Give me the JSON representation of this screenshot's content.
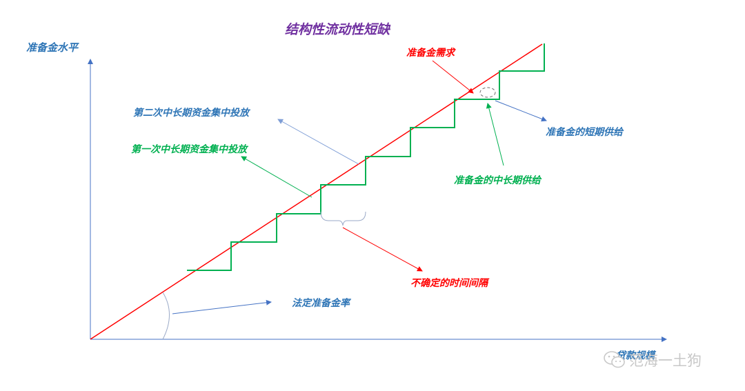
{
  "title": "结构性流动性短缺",
  "axes": {
    "y_label": "准备金水平",
    "x_label": "贷款规模"
  },
  "annotations": {
    "reserve_demand": "准备金需求",
    "short_term_supply": "准备金的短期供给",
    "mid_long_term_supply": "准备金的中长期供给",
    "second_injection": "第二次中长期资金集中投放",
    "first_injection": "第一次中长期资金集中投放",
    "uncertain_interval": "不确定的时间间隔",
    "statutory_ratio": "法定准备金率"
  },
  "watermark": "范海一土狗",
  "colors": {
    "title": "#7030a0",
    "axis": "#4472c4",
    "axis_label": "#2e75b6",
    "demand_line": "#ff0000",
    "supply_steps": "#00b050",
    "annotation_blue": "#2e75b6",
    "annotation_green": "#00b050",
    "annotation_red": "#ff0000",
    "watermark": "#c8c8c8"
  }
}
